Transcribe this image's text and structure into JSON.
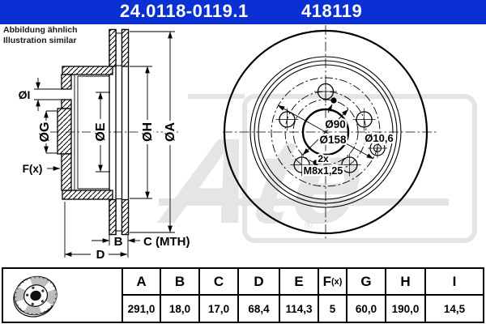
{
  "header": {
    "part_number": "24.0118-0119.1",
    "catalog_number": "418119",
    "bg_color": "#0a30d4"
  },
  "note": {
    "line1": "Abbildung ähnlich",
    "line2": "Illustration similar"
  },
  "section_view": {
    "labels": {
      "di": "ØI",
      "dg": "ØG",
      "de": "ØE",
      "dh": "ØH",
      "da": "ØA",
      "fx": "F(x)",
      "b": "B",
      "c": "C (MTH)",
      "d": "D"
    }
  },
  "front_view": {
    "labels": {
      "d90": "Ø90",
      "d158": "Ø158",
      "d106": "Ø10,6",
      "count": "2x",
      "thread": "M8x1,25"
    }
  },
  "watermark": {
    "text": "Ate",
    "reg": "®",
    "color": "#e5e5e5"
  },
  "table": {
    "columns": [
      {
        "label": "A",
        "suffix": "",
        "value": "291,0"
      },
      {
        "label": "B",
        "suffix": "",
        "value": "18,0"
      },
      {
        "label": "C",
        "suffix": "",
        "value": "17,0"
      },
      {
        "label": "D",
        "suffix": "",
        "value": "68,4"
      },
      {
        "label": "E",
        "suffix": "",
        "value": "114,3"
      },
      {
        "label": "F",
        "suffix": "(x)",
        "value": "5"
      },
      {
        "label": "G",
        "suffix": "",
        "value": "60,0"
      },
      {
        "label": "H",
        "suffix": "",
        "value": "190,0"
      },
      {
        "label": "I",
        "suffix": "",
        "value": "14,5"
      }
    ]
  }
}
